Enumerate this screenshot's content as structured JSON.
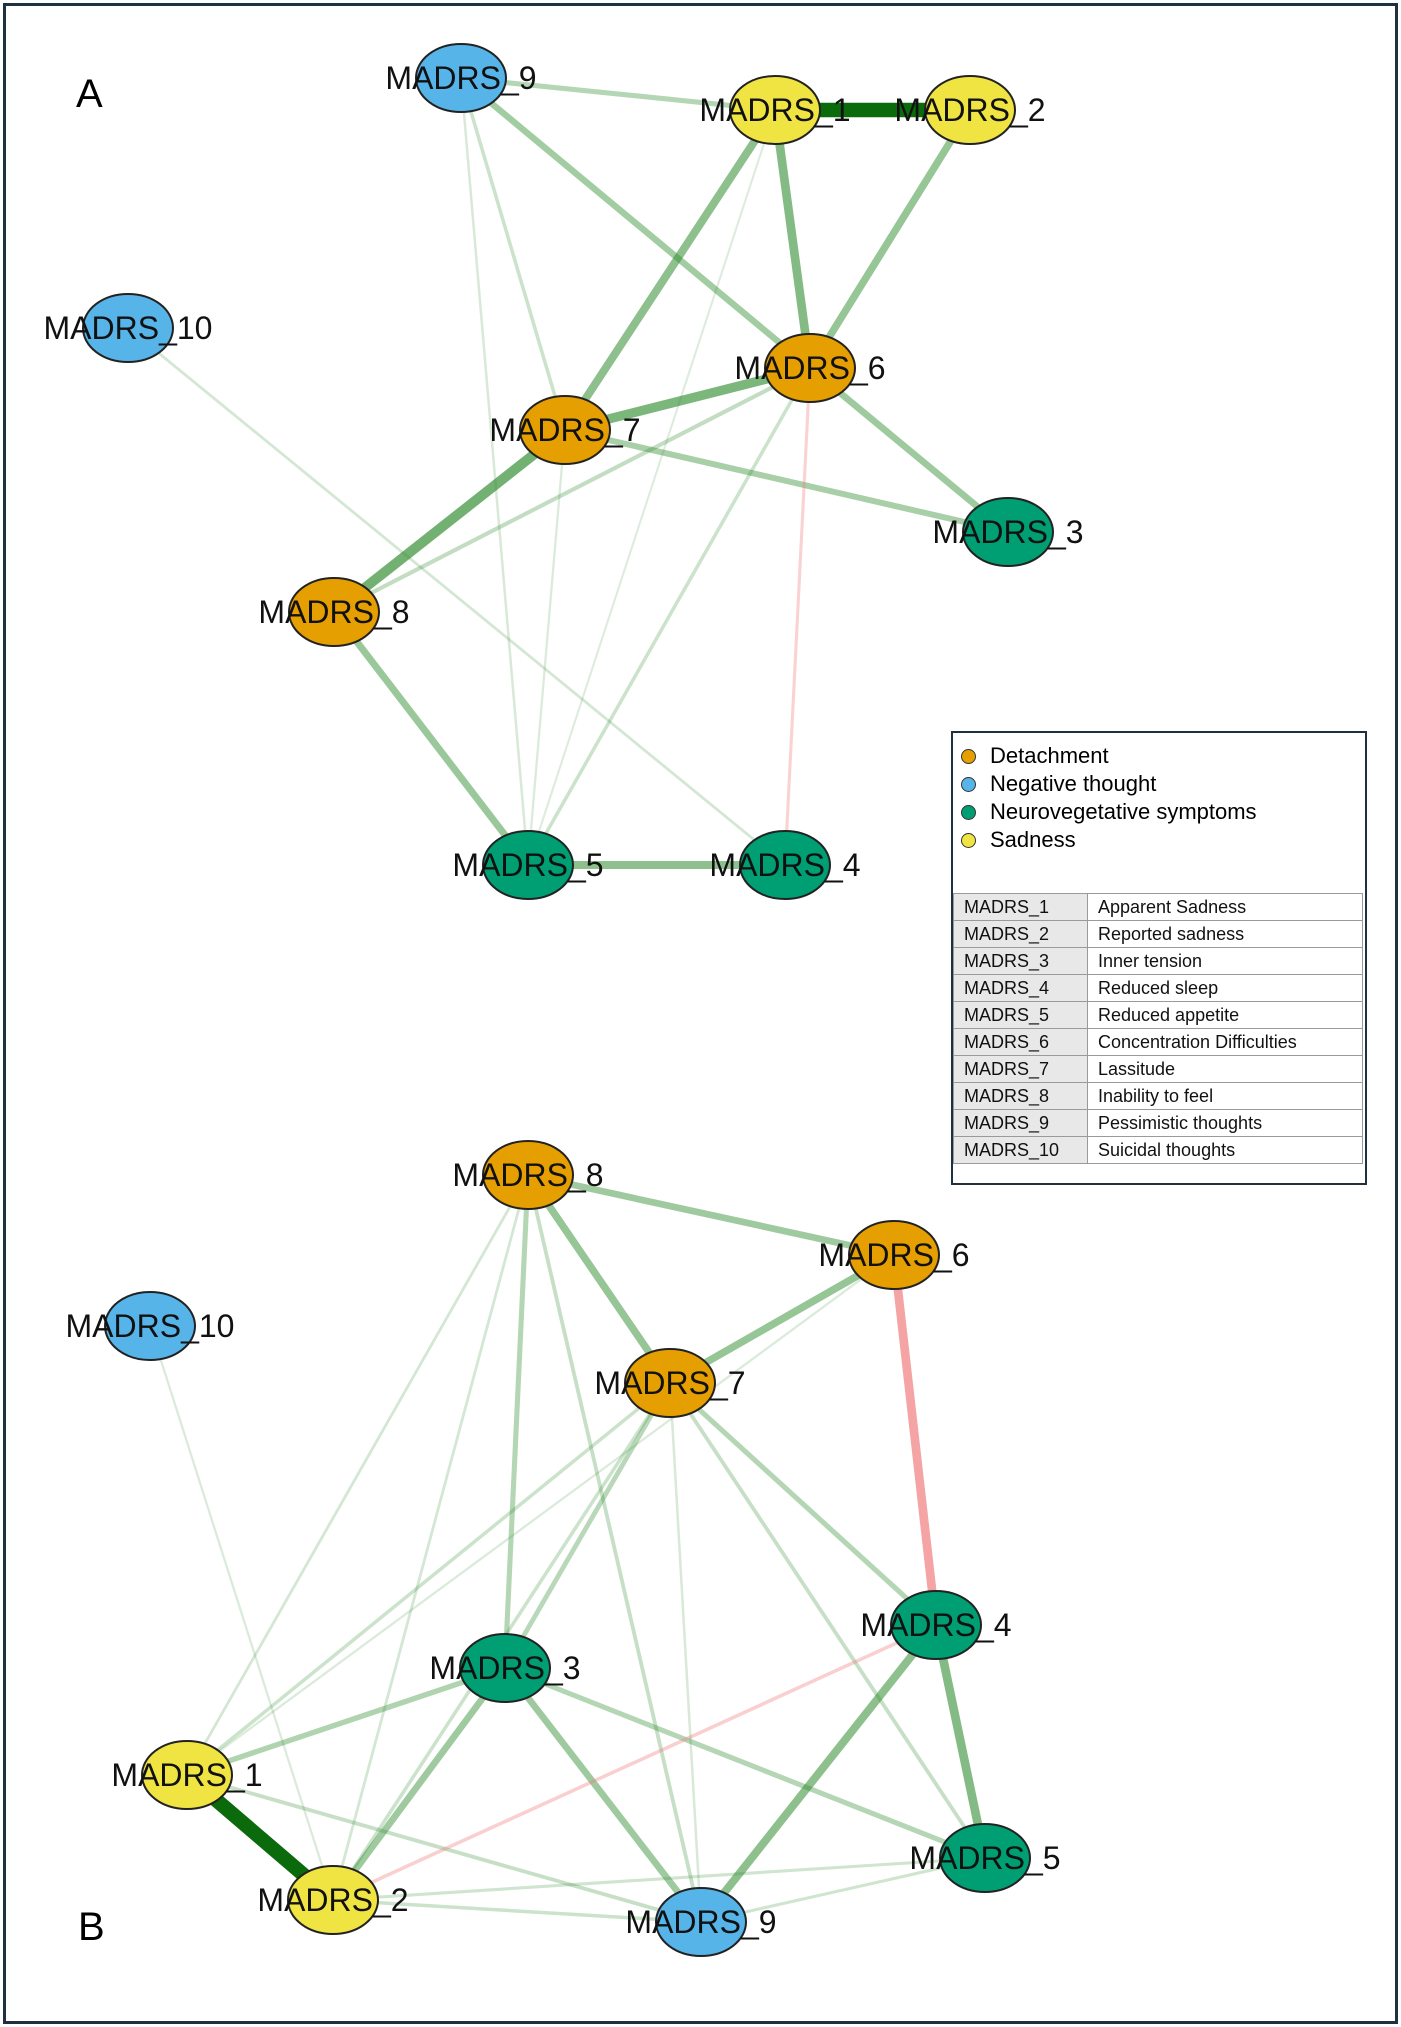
{
  "panels": {
    "a_label": "A",
    "b_label": "B"
  },
  "legend": {
    "groups": [
      {
        "label": "Detachment",
        "color": "#E69F00"
      },
      {
        "label": "Negative thought",
        "color": "#56B4E9"
      },
      {
        "label": "Neurovegetative symptoms",
        "color": "#009E73"
      },
      {
        "label": "Sadness",
        "color": "#F0E442"
      }
    ],
    "items": [
      {
        "code": "MADRS_1",
        "description": "Apparent Sadness"
      },
      {
        "code": "MADRS_2",
        "description": "Reported sadness"
      },
      {
        "code": "MADRS_3",
        "description": "Inner tension"
      },
      {
        "code": "MADRS_4",
        "description": "Reduced sleep"
      },
      {
        "code": "MADRS_5",
        "description": "Reduced appetite"
      },
      {
        "code": "MADRS_6",
        "description": "Concentration Difficulties"
      },
      {
        "code": "MADRS_7",
        "description": "Lassitude"
      },
      {
        "code": "MADRS_8",
        "description": "Inability to feel"
      },
      {
        "code": "MADRS_9",
        "description": "Pessimistic thoughts"
      },
      {
        "code": "MADRS_10",
        "description": "Suicidal thoughts"
      }
    ]
  },
  "edge_colors": {
    "positive": "#2E8B2E",
    "negative": "#F08080"
  },
  "networks": [
    {
      "panel": "A",
      "nodes": [
        {
          "label": "MADRS_1",
          "group": "Sadness"
        },
        {
          "label": "MADRS_2",
          "group": "Sadness"
        },
        {
          "label": "MADRS_3",
          "group": "Neurovegetative symptoms"
        },
        {
          "label": "MADRS_4",
          "group": "Neurovegetative symptoms"
        },
        {
          "label": "MADRS_5",
          "group": "Neurovegetative symptoms"
        },
        {
          "label": "MADRS_6",
          "group": "Detachment"
        },
        {
          "label": "MADRS_7",
          "group": "Detachment"
        },
        {
          "label": "MADRS_8",
          "group": "Detachment"
        },
        {
          "label": "MADRS_9",
          "group": "Negative thought"
        },
        {
          "label": "MADRS_10",
          "group": "Negative thought"
        }
      ],
      "edges": [
        {
          "from": "MADRS_1",
          "to": "MADRS_2",
          "weight": 1.0,
          "sign": "positive"
        },
        {
          "from": "MADRS_1",
          "to": "MADRS_6",
          "weight": 0.55,
          "sign": "positive"
        },
        {
          "from": "MADRS_2",
          "to": "MADRS_6",
          "weight": 0.45,
          "sign": "positive"
        },
        {
          "from": "MADRS_1",
          "to": "MADRS_7",
          "weight": 0.5,
          "sign": "positive"
        },
        {
          "from": "MADRS_9",
          "to": "MADRS_1",
          "weight": 0.28,
          "sign": "positive"
        },
        {
          "from": "MADRS_9",
          "to": "MADRS_6",
          "weight": 0.38,
          "sign": "positive"
        },
        {
          "from": "MADRS_9",
          "to": "MADRS_7",
          "weight": 0.15,
          "sign": "positive"
        },
        {
          "from": "MADRS_9",
          "to": "MADRS_5",
          "weight": 0.08,
          "sign": "positive"
        },
        {
          "from": "MADRS_6",
          "to": "MADRS_7",
          "weight": 0.6,
          "sign": "positive"
        },
        {
          "from": "MADRS_7",
          "to": "MADRS_8",
          "weight": 0.65,
          "sign": "positive"
        },
        {
          "from": "MADRS_6",
          "to": "MADRS_3",
          "weight": 0.4,
          "sign": "positive"
        },
        {
          "from": "MADRS_7",
          "to": "MADRS_3",
          "weight": 0.35,
          "sign": "positive"
        },
        {
          "from": "MADRS_6",
          "to": "MADRS_8",
          "weight": 0.2,
          "sign": "positive"
        },
        {
          "from": "MADRS_6",
          "to": "MADRS_5",
          "weight": 0.15,
          "sign": "positive"
        },
        {
          "from": "MADRS_6",
          "to": "MADRS_4",
          "weight": 0.12,
          "sign": "negative"
        },
        {
          "from": "MADRS_8",
          "to": "MADRS_5",
          "weight": 0.42,
          "sign": "positive"
        },
        {
          "from": "MADRS_5",
          "to": "MADRS_4",
          "weight": 0.5,
          "sign": "positive"
        },
        {
          "from": "MADRS_10",
          "to": "MADRS_4",
          "weight": 0.1,
          "sign": "positive"
        },
        {
          "from": "MADRS_1",
          "to": "MADRS_5",
          "weight": 0.05,
          "sign": "positive"
        },
        {
          "from": "MADRS_7",
          "to": "MADRS_5",
          "weight": 0.06,
          "sign": "positive"
        }
      ]
    },
    {
      "panel": "B",
      "nodes": [
        {
          "label": "MADRS_1",
          "group": "Sadness"
        },
        {
          "label": "MADRS_2",
          "group": "Sadness"
        },
        {
          "label": "MADRS_3",
          "group": "Neurovegetative symptoms"
        },
        {
          "label": "MADRS_4",
          "group": "Neurovegetative symptoms"
        },
        {
          "label": "MADRS_5",
          "group": "Neurovegetative symptoms"
        },
        {
          "label": "MADRS_6",
          "group": "Detachment"
        },
        {
          "label": "MADRS_7",
          "group": "Detachment"
        },
        {
          "label": "MADRS_8",
          "group": "Detachment"
        },
        {
          "label": "MADRS_9",
          "group": "Negative thought"
        },
        {
          "label": "MADRS_10",
          "group": "Negative thought"
        }
      ],
      "edges": [
        {
          "from": "MADRS_1",
          "to": "MADRS_2",
          "weight": 1.0,
          "sign": "positive"
        },
        {
          "from": "MADRS_8",
          "to": "MADRS_6",
          "weight": 0.4,
          "sign": "positive"
        },
        {
          "from": "MADRS_8",
          "to": "MADRS_7",
          "weight": 0.45,
          "sign": "positive"
        },
        {
          "from": "MADRS_7",
          "to": "MADRS_6",
          "weight": 0.45,
          "sign": "positive"
        },
        {
          "from": "MADRS_6",
          "to": "MADRS_4",
          "weight": 0.55,
          "sign": "negative"
        },
        {
          "from": "MADRS_4",
          "to": "MADRS_5",
          "weight": 0.55,
          "sign": "positive"
        },
        {
          "from": "MADRS_4",
          "to": "MADRS_9",
          "weight": 0.5,
          "sign": "positive"
        },
        {
          "from": "MADRS_3",
          "to": "MADRS_9",
          "weight": 0.4,
          "sign": "positive"
        },
        {
          "from": "MADRS_3",
          "to": "MADRS_2",
          "weight": 0.4,
          "sign": "positive"
        },
        {
          "from": "MADRS_3",
          "to": "MADRS_1",
          "weight": 0.3,
          "sign": "positive"
        },
        {
          "from": "MADRS_3",
          "to": "MADRS_5",
          "weight": 0.28,
          "sign": "positive"
        },
        {
          "from": "MADRS_8",
          "to": "MADRS_3",
          "weight": 0.28,
          "sign": "positive"
        },
        {
          "from": "MADRS_7",
          "to": "MADRS_3",
          "weight": 0.25,
          "sign": "positive"
        },
        {
          "from": "MADRS_7",
          "to": "MADRS_4",
          "weight": 0.28,
          "sign": "positive"
        },
        {
          "from": "MADRS_7",
          "to": "MADRS_5",
          "weight": 0.18,
          "sign": "positive"
        },
        {
          "from": "MADRS_8",
          "to": "MADRS_9",
          "weight": 0.18,
          "sign": "positive"
        },
        {
          "from": "MADRS_7",
          "to": "MADRS_1",
          "weight": 0.15,
          "sign": "positive"
        },
        {
          "from": "MADRS_7",
          "to": "MADRS_2",
          "weight": 0.15,
          "sign": "positive"
        },
        {
          "from": "MADRS_8",
          "to": "MADRS_1",
          "weight": 0.1,
          "sign": "positive"
        },
        {
          "from": "MADRS_8",
          "to": "MADRS_2",
          "weight": 0.1,
          "sign": "positive"
        },
        {
          "from": "MADRS_1",
          "to": "MADRS_9",
          "weight": 0.18,
          "sign": "positive"
        },
        {
          "from": "MADRS_2",
          "to": "MADRS_9",
          "weight": 0.15,
          "sign": "positive"
        },
        {
          "from": "MADRS_2",
          "to": "MADRS_5",
          "weight": 0.12,
          "sign": "positive"
        },
        {
          "from": "MADRS_9",
          "to": "MADRS_5",
          "weight": 0.12,
          "sign": "positive"
        },
        {
          "from": "MADRS_2",
          "to": "MADRS_4",
          "weight": 0.15,
          "sign": "negative"
        },
        {
          "from": "MADRS_10",
          "to": "MADRS_2",
          "weight": 0.06,
          "sign": "positive"
        },
        {
          "from": "MADRS_7",
          "to": "MADRS_9",
          "weight": 0.08,
          "sign": "positive"
        },
        {
          "from": "MADRS_6",
          "to": "MADRS_1",
          "weight": 0.06,
          "sign": "positive"
        }
      ]
    }
  ]
}
